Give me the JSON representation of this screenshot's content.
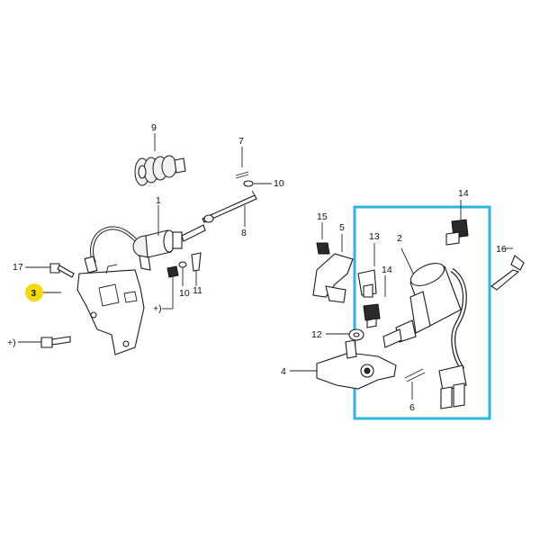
{
  "diagram": {
    "highlight_color": "#29b6e0",
    "badge_color": "#f5d90a",
    "callouts": {
      "c1": "1",
      "c2": "2",
      "c3": "3",
      "c4": "4",
      "c5": "5",
      "c6": "6",
      "c7": "7",
      "c8": "8",
      "c9": "9",
      "c10a": "10",
      "c10b": "10",
      "c11": "11",
      "c12": "12",
      "c13": "13",
      "c14a": "14",
      "c14b": "14",
      "c15": "15",
      "c16": "16",
      "c17": "17",
      "plus_a": "+)",
      "plus_b": "+)"
    },
    "highlighted_part": "3"
  }
}
